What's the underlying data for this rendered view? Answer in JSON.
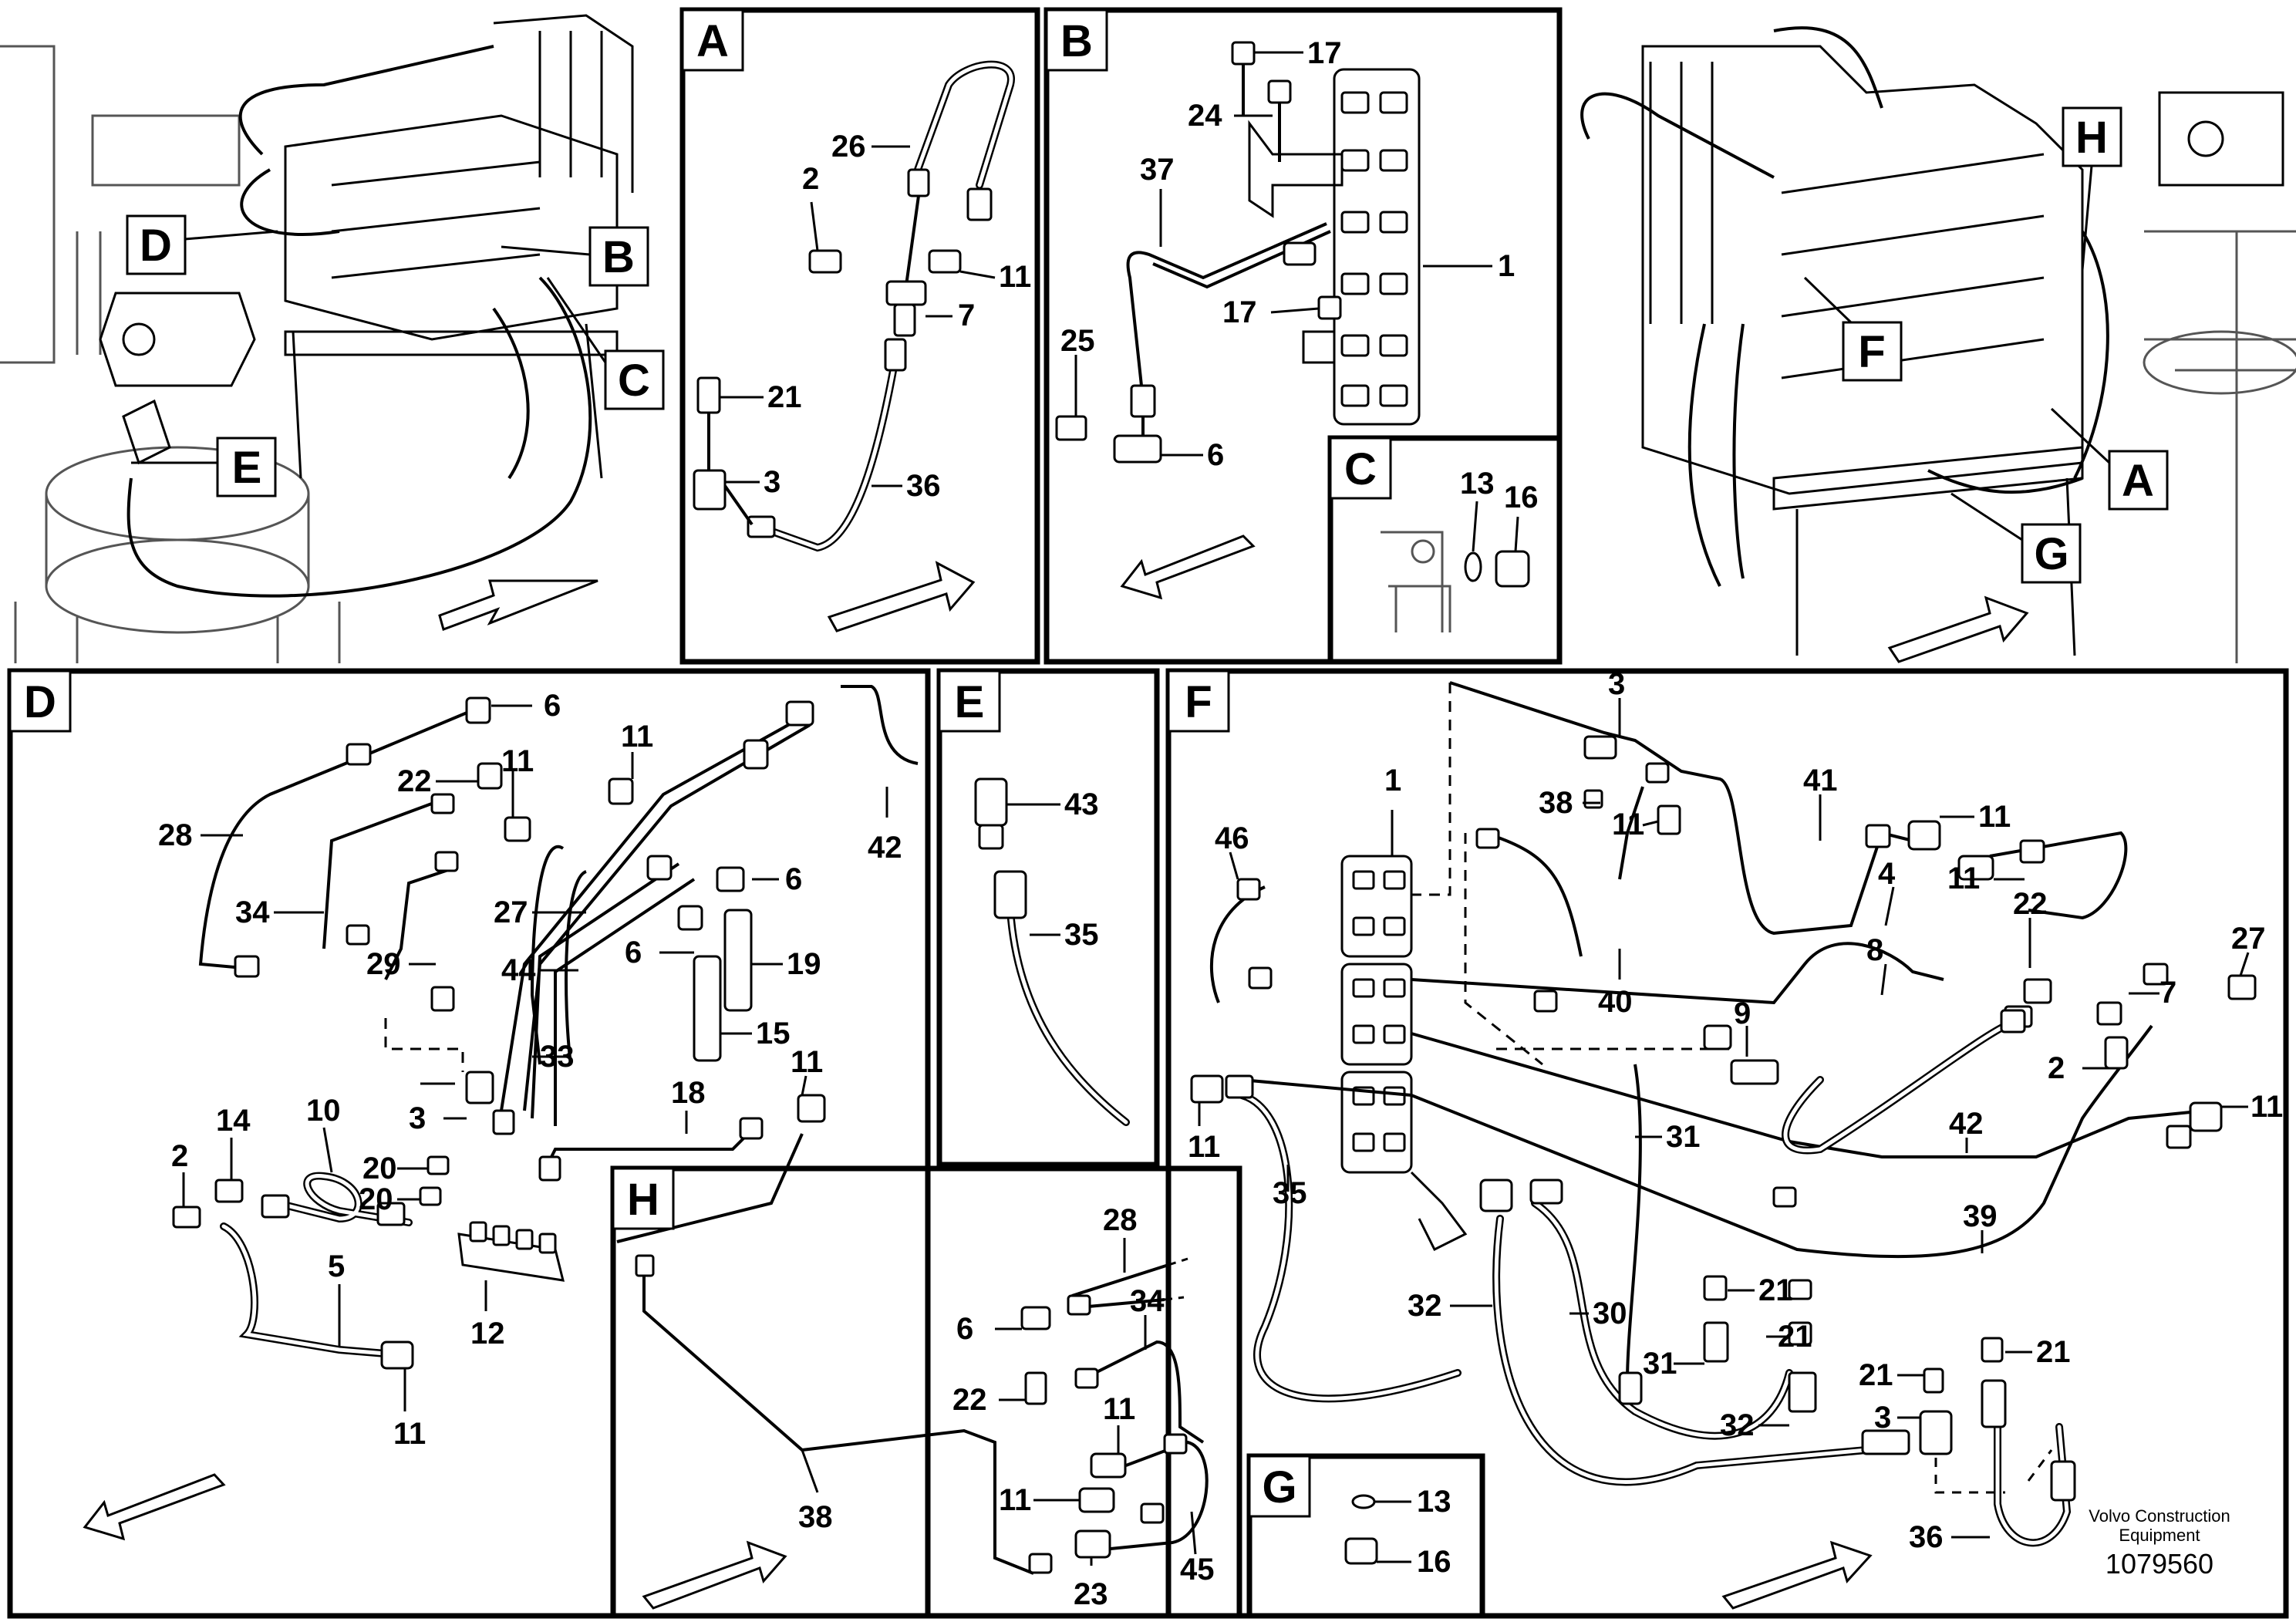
{
  "overview_left": {
    "views": [
      "D",
      "B",
      "C",
      "E"
    ]
  },
  "overview_right": {
    "views": [
      "H",
      "F",
      "A",
      "G"
    ]
  },
  "panels": {
    "A": {
      "letter": "A",
      "callouts": [
        "26",
        "2",
        "11",
        "7",
        "21",
        "3",
        "36"
      ]
    },
    "B": {
      "letter": "B",
      "callouts": [
        "17",
        "24",
        "37",
        "1",
        "17",
        "25",
        "6"
      ]
    },
    "C": {
      "letter": "C",
      "callouts": [
        "13",
        "16"
      ]
    },
    "D": {
      "letter": "D",
      "callouts": [
        "6",
        "22",
        "11",
        "11",
        "28",
        "34",
        "27",
        "42",
        "6",
        "29",
        "44",
        "6",
        "19",
        "15",
        "33",
        "3",
        "18",
        "11",
        "2",
        "14",
        "10",
        "20",
        "20",
        "5",
        "12",
        "11"
      ]
    },
    "E": {
      "letter": "E",
      "callouts": [
        "43",
        "35"
      ]
    },
    "F": {
      "letter": "F",
      "callouts": [
        "3",
        "38",
        "11",
        "41",
        "11",
        "46",
        "1",
        "11",
        "4",
        "22",
        "27",
        "40",
        "8",
        "7",
        "9",
        "2",
        "11",
        "31",
        "42",
        "11",
        "35",
        "39",
        "32",
        "30",
        "21",
        "21",
        "31",
        "21",
        "32",
        "3",
        "21",
        "36"
      ]
    },
    "G": {
      "letter": "G",
      "callouts": [
        "13",
        "16"
      ]
    },
    "H": {
      "letter": "H",
      "callouts": [
        "28",
        "34",
        "6",
        "22",
        "11",
        "38",
        "11",
        "23",
        "45"
      ]
    }
  },
  "footer": {
    "brand_line1": "Volvo Construction",
    "brand_line2": "Equipment",
    "drawing_number": "1079560"
  }
}
